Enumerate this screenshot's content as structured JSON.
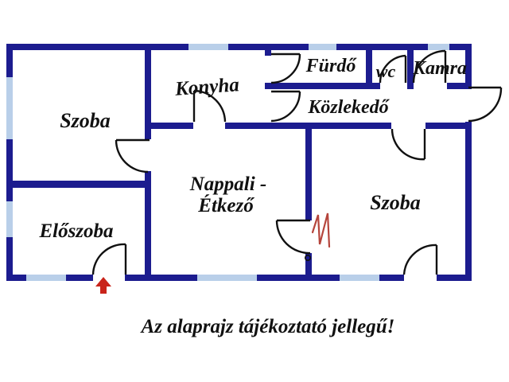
{
  "colors": {
    "wall": "#1c1c8f",
    "window": "#b9cfe9",
    "door_line": "#111111",
    "arrow_red": "#c9241a",
    "mark_red": "#b5453c",
    "text": "#111111",
    "background": "#ffffff"
  },
  "rooms": {
    "szoba_left": "Szoba",
    "konyha": "Konyha",
    "furdo": "Fürdő",
    "wc": "wc",
    "kamra": "Kamra",
    "kozlekedo": "Közlekedő",
    "nappali_line1": "Nappali -",
    "nappali_line2": "Étkező",
    "szoba_right": "Szoba",
    "eloszoba": "Előszoba"
  },
  "caption": "Az alaprajz tájékoztató jellegű!"
}
